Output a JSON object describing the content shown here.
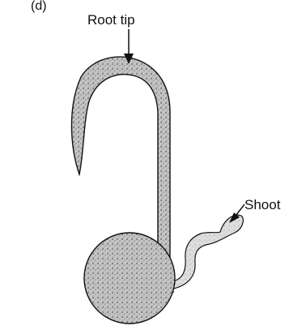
{
  "panel_label": "(d)",
  "labels": {
    "root_tip": "Root tip",
    "shoot": "Shoot"
  },
  "colors": {
    "ink": "#111111",
    "stipple_fill": "#b5b5b5"
  }
}
